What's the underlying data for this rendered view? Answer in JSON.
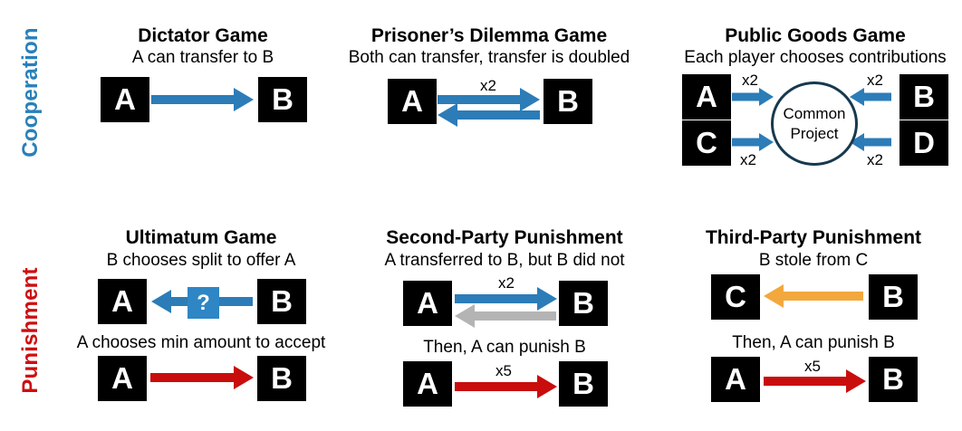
{
  "colors": {
    "cooperation_blue": "#2980B9",
    "punishment_red": "#CE0E10",
    "arrow_blue": "#2C7CB8",
    "arrow_red": "#C90D0D",
    "arrow_orange": "#F3A83D",
    "arrow_gray": "#B4B4B4",
    "offer_box_blue": "#2E86C5",
    "pool_circle_border": "#17394E",
    "node_background": "#000000",
    "node_text": "#FFFFFF"
  },
  "row_labels": {
    "cooperation": "Cooperation",
    "punishment": "Punishment"
  },
  "panels": {
    "dictator": {
      "title": "Dictator Game",
      "subtitle": "A can transfer to B",
      "node_a": "A",
      "node_b": "B"
    },
    "prisoners_dilemma": {
      "title": "Prisoner’s Dilemma Game",
      "subtitle": "Both can transfer, transfer is doubled",
      "multiplier": "x2",
      "node_a": "A",
      "node_b": "B"
    },
    "public_goods": {
      "title": "Public Goods Game",
      "subtitle": "Each player chooses contributions",
      "node_a": "A",
      "node_b": "B",
      "node_c": "C",
      "node_d": "D",
      "multiplier_a": "x2",
      "multiplier_b": "x2",
      "multiplier_c": "x2",
      "multiplier_d": "x2",
      "pool_line1": "Common",
      "pool_line2": "Project"
    },
    "ultimatum": {
      "title": "Ultimatum Game",
      "subtitle": "B chooses split to offer A",
      "offer_symbol": "?",
      "caption2": "A chooses min amount to accept",
      "node_a1": "A",
      "node_b1": "B",
      "node_a2": "A",
      "node_b2": "B"
    },
    "second_party": {
      "title": "Second-Party Punishment",
      "subtitle": "A transferred to B, but B did not",
      "multiplier_transfer": "x2",
      "caption2": "Then, A can punish B",
      "multiplier_punish": "x5",
      "node_a1": "A",
      "node_b1": "B",
      "node_a2": "A",
      "node_b2": "B"
    },
    "third_party": {
      "title": "Third-Party Punishment",
      "subtitle": "B stole from C",
      "caption2": "Then, A can punish B",
      "multiplier_punish": "x5",
      "node_c": "C",
      "node_b1": "B",
      "node_a2": "A",
      "node_b2": "B"
    }
  }
}
